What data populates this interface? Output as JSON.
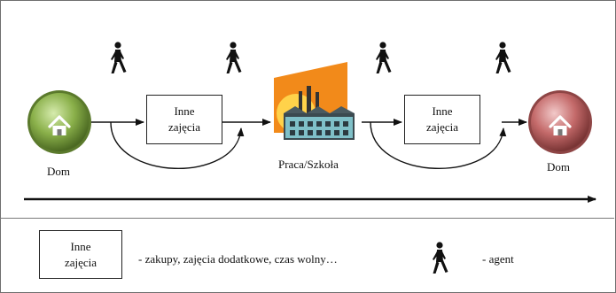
{
  "diagram": {
    "start": {
      "label": "Dom",
      "icon": "home-icon-green",
      "color": "#8ab04a"
    },
    "activity1": {
      "line1": "Inne",
      "line2": "zajęcia"
    },
    "workplace": {
      "label": "Praca/Szkoła",
      "icon": "factory-icon",
      "sun_color": "#f28a1a"
    },
    "activity2": {
      "line1": "Inne",
      "line2": "zajęcia"
    },
    "end": {
      "label": "Dom",
      "icon": "home-icon-red",
      "color": "#c46a6a"
    },
    "agent_icon": "walking-person-icon"
  },
  "legend": {
    "box_line1": "Inne",
    "box_line2": "zajęcia",
    "box_desc": "- zakupy, zajęcia dodatkowe, czas wolny…",
    "agent_desc": "- agent"
  }
}
